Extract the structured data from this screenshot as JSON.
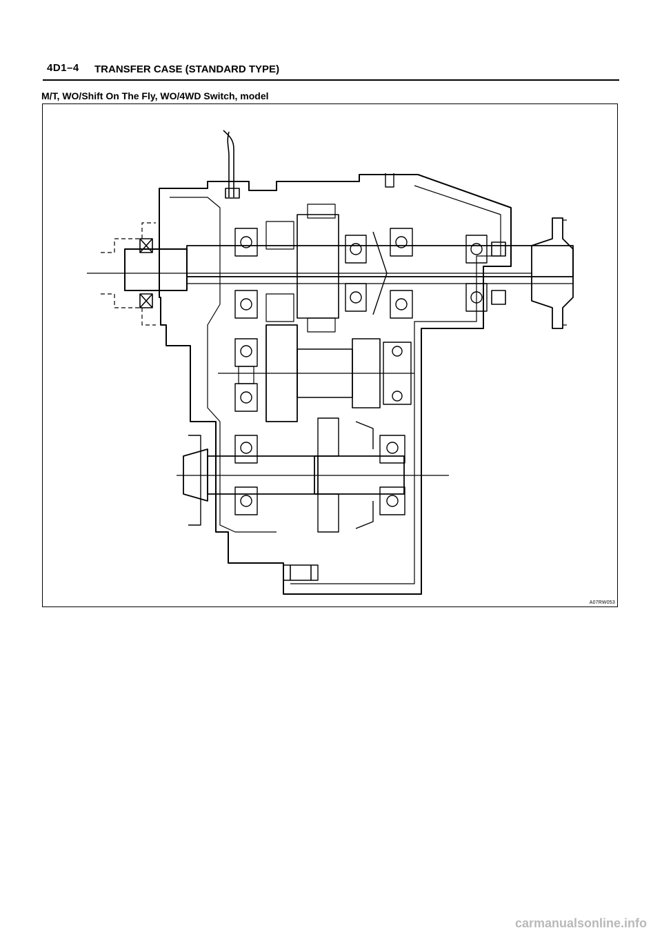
{
  "header": {
    "page_number": "4D1–4",
    "section_title": "TRANSFER CASE (STANDARD TYPE)"
  },
  "figure": {
    "title": "M/T, WO/Shift On The Fly, WO/4WD Switch, model",
    "code": "A07RW053",
    "drawing": "transfer case cross-section"
  },
  "watermark": {
    "text": "carmanualsonline.info"
  }
}
